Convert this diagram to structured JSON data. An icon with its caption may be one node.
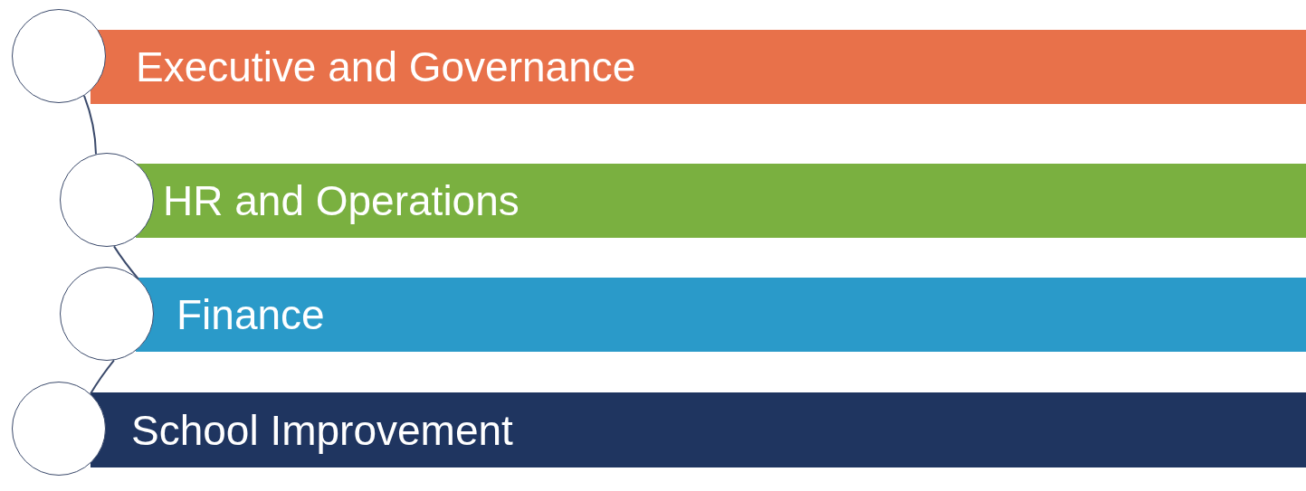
{
  "diagram": {
    "nodes": [
      {
        "text": [],
        "shape": "circle"
      },
      {
        "text": [
          "Executive and Governance"
        ]
      },
      {
        "text": [],
        "shape": "circle"
      },
      {
        "text": [
          "HR and Operations"
        ]
      },
      {
        "text": [],
        "shape": "circle"
      },
      {
        "text": [
          "Finance"
        ]
      },
      {
        "text": [],
        "shape": "circle"
      },
      {
        "text": [
          "School Improvement"
        ]
      }
    ],
    "edges": [
      {
        "from": 0,
        "to": 2,
        "arrow": "none"
      },
      {
        "from": 2,
        "to": 4,
        "arrow": "none"
      },
      {
        "from": 4,
        "to": 6,
        "arrow": "none"
      }
    ]
  }
}
